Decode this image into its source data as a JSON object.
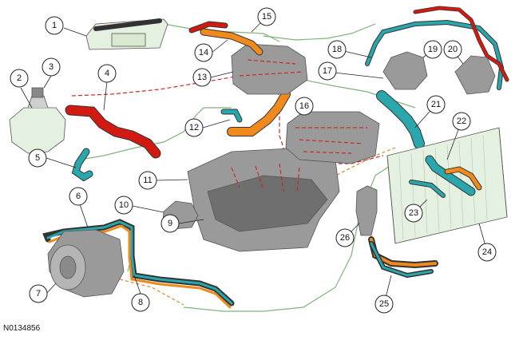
{
  "figure_id": "N0134856",
  "callouts": [
    "1",
    "2",
    "3",
    "4",
    "5",
    "6",
    "7",
    "8",
    "9",
    "10",
    "11",
    "12",
    "13",
    "14",
    "15",
    "16",
    "17",
    "18",
    "19",
    "20",
    "21",
    "22",
    "23",
    "24",
    "25",
    "26"
  ],
  "colors": {
    "hot_coolant": "#d11a12",
    "warm_coolant": "#f08a1c",
    "cool_coolant": "#2aa6ad",
    "flow_line": "#7fb57a"
  }
}
